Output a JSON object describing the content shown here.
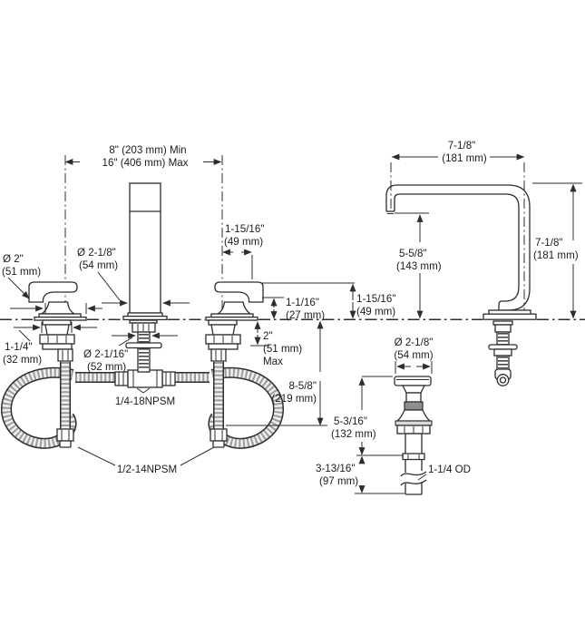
{
  "diagram": {
    "kind": "faucet-installation-dimension-drawing",
    "background": "#ffffff",
    "line_color": "#2d2d2d",
    "hose_fill": "#efefef",
    "gasket_color": "#8f8f8f"
  },
  "dims": {
    "spread": {
      "line1": "8\" (203 mm) Min",
      "line2": "16\" (406 mm) Max"
    },
    "handle_dia": {
      "line1": "Ø 2\"",
      "line2": "(51 mm)"
    },
    "valve_dia": {
      "line1": "Ø 2-1/8\"",
      "line2": "(54 mm)"
    },
    "handle_reach": {
      "line1": "1-15/16\"",
      "line2": "(49 mm)"
    },
    "spout_reach": {
      "line1": "7-1/8\"",
      "line2": "(181 mm)"
    },
    "spout_height": {
      "line1": "7-1/8\"",
      "line2": "(181 mm)"
    },
    "outlet_height": {
      "line1": "5-5/8\"",
      "line2": "(143 mm)"
    },
    "lever_height": {
      "line1": "1-1/16\"",
      "line2": "(27 mm)"
    },
    "handle_above": {
      "line1": "1-15/16\"",
      "line2": "(49 mm)"
    },
    "flange": {
      "line1": "1-1/4\"",
      "line2": "(32 mm)"
    },
    "shank_dia": {
      "line1": "Ø 2-1/16\"",
      "line2": "(52 mm)"
    },
    "deck_max": {
      "line1": "2\"",
      "line2": "(51 mm)",
      "line3": "Max"
    },
    "below_deck": {
      "line1": "8-5/8\"",
      "line2": "(219 mm)"
    },
    "drain_dia": {
      "line1": "Ø 2-1/8\"",
      "line2": "(54 mm)"
    },
    "drain_body": {
      "line1": "5-3/16\"",
      "line2": "(132 mm)"
    },
    "tailpiece": {
      "line1": "3-13/16\"",
      "line2": "(97 mm)"
    },
    "tee_thread": "1/4-18NPSM",
    "supply_thread": "1/2-14NPSM",
    "tailpiece_od": "1-1/4 OD"
  }
}
